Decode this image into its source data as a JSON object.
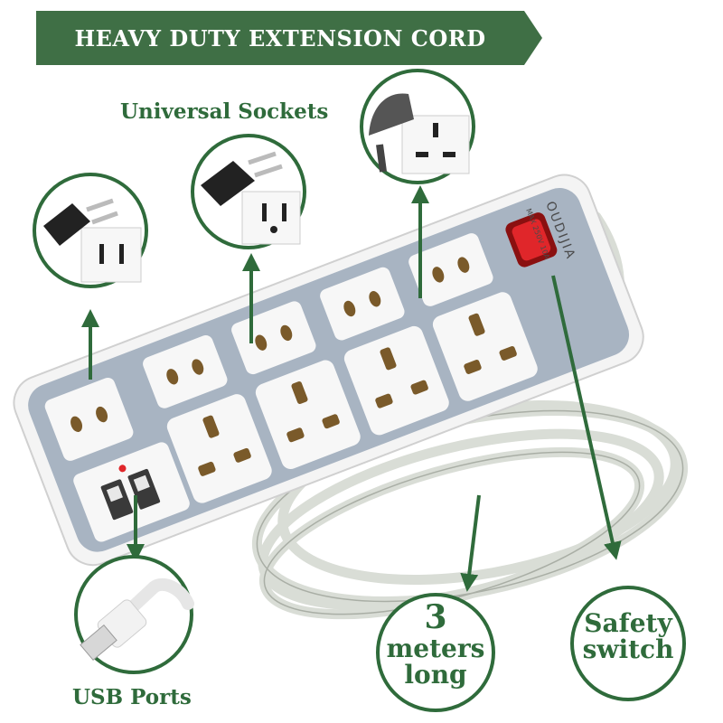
{
  "banner": {
    "title": "HEAVY DUTY EXTENSION CORD",
    "color": "#3f6f45"
  },
  "labels": {
    "universal_sockets": "Universal Sockets",
    "usb_ports": "USB Ports"
  },
  "product": {
    "brand": "OUDIJIA",
    "rating": "MAX 250V 10A"
  },
  "features": {
    "length_number": "3",
    "length_line1": "meters",
    "length_line2": "long",
    "switch_line1": "Safety",
    "switch_line2": "switch"
  },
  "colors": {
    "accent_green": "#2f6b3b",
    "strip_gray": "#a8b4c2",
    "switch_red": "#e0262a"
  },
  "icons": [
    "us-2pin-plug-icon",
    "us-3pin-plug-icon",
    "uk-plug-icon",
    "usb-cable-icon"
  ]
}
